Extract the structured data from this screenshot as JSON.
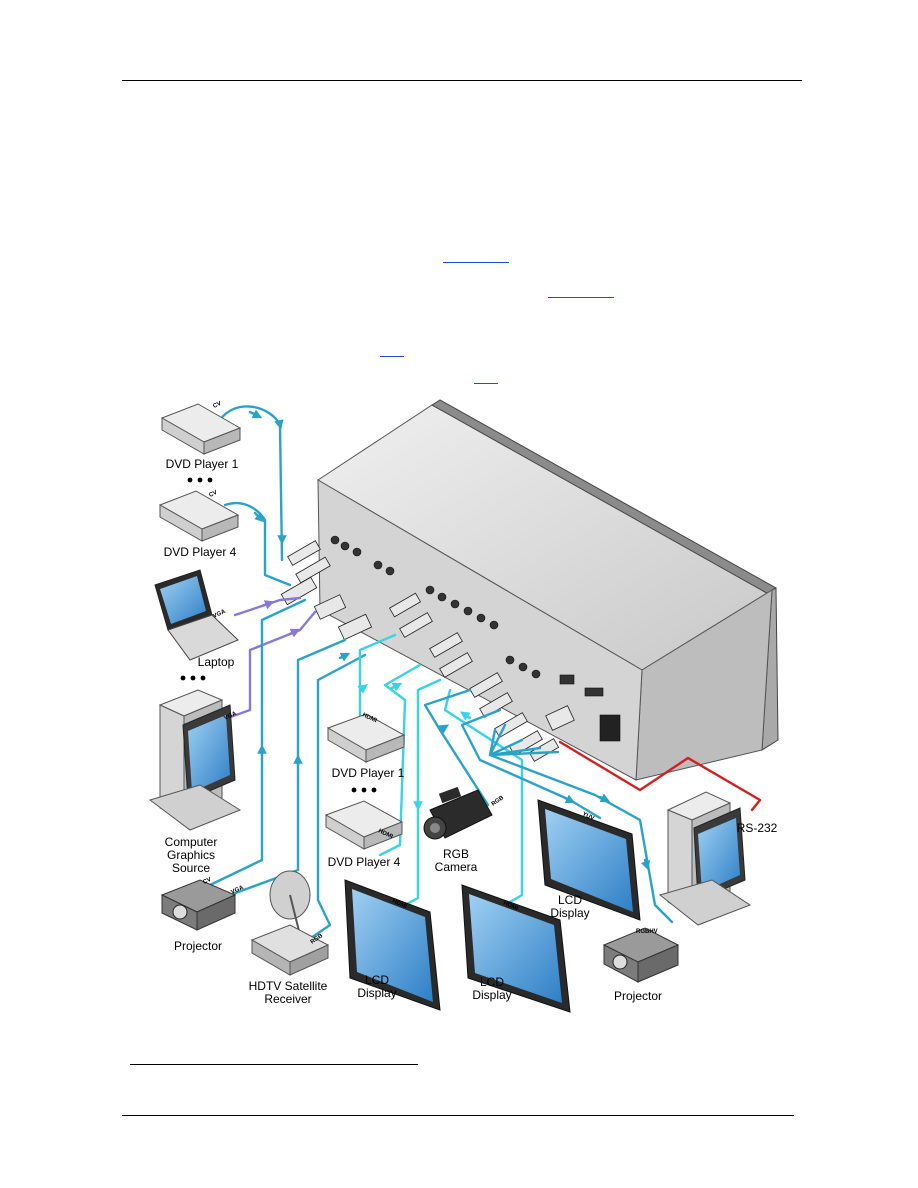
{
  "labels": {
    "dvd1_top": "DVD Player 1",
    "dvd4_top": "DVD Player 4",
    "laptop": "Laptop",
    "computer": [
      "Computer",
      "Graphics",
      "Source"
    ],
    "projector_left": "Projector",
    "hdtv": [
      "HDTV Satellite",
      "Receiver"
    ],
    "lcd_1": [
      "LCD",
      "Display"
    ],
    "lcd_2": [
      "LCD",
      "Display"
    ],
    "lcd_3": [
      "LCD",
      "Display"
    ],
    "dvd1_mid": "DVD Player 1",
    "dvd4_mid": "DVD Player 4",
    "camera": [
      "RGB",
      "Camera"
    ],
    "rs232": "RS-232",
    "projector_right": "Projector"
  },
  "cable_tags": {
    "cv_dvd1": "CV",
    "cv_dvd4": "CV",
    "vga_laptop": "VGA",
    "vga_computer": "VGA",
    "cv_projector": "CV",
    "vga_projector": "VGA",
    "rgb_hdtv": "RGB",
    "hdmi_dvd1": "HDMI",
    "hdmi_dvd4": "HDMI",
    "rgb_camera": "RGB",
    "yuv_lcd": "YUV",
    "hdmi_lcd1": "HDMI",
    "hdmi_lcd2": "HDMI",
    "rgbhv_projector": "RGBHV"
  },
  "colors": {
    "cable_blue": "#2aa3c8",
    "cable_cyan": "#35d4e6",
    "cable_purple": "#8a78d8",
    "rs232_red": "#d22020",
    "screen_blue": "#3e93d4",
    "device_grey": "#d8d8d8"
  }
}
